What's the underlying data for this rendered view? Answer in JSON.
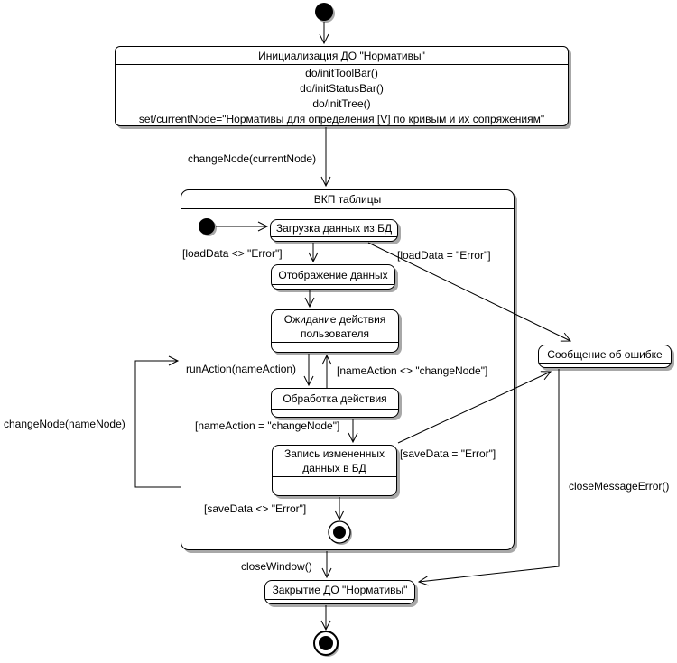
{
  "diagram": {
    "type": "uml-state-diagram",
    "colors": {
      "background": "#ffffff",
      "line": "#000000",
      "state_fill": "#ffffff",
      "shadow": "#a8a8a8"
    },
    "states": {
      "init_do": {
        "title": "Инициализация ДО \"Нормативы\"",
        "actions": [
          "do/initToolBar()",
          "do/initStatusBar()",
          "do/initTree()",
          "set/currentNode=\"Нормативы для определения [V] по кривым и их сопряжениям\""
        ]
      },
      "vkp": {
        "title": "ВКП таблицы"
      },
      "load": {
        "title": "Загрузка данных из БД"
      },
      "display": {
        "title": "Отображение данных"
      },
      "wait": {
        "lines": [
          "Ожидание действия",
          "пользователя"
        ]
      },
      "process": {
        "title": "Обработка действия"
      },
      "save": {
        "lines": [
          "Запись измененных",
          "данных в БД"
        ]
      },
      "error_msg": {
        "title": "Сообщение об ошибке"
      },
      "close_do": {
        "title": "Закрытие ДО \"Нормативы\""
      }
    },
    "edge_labels": {
      "change_node_current": "changeNode(currentNode)",
      "load_ok": "[loadData <> \"Error\"]",
      "load_err": "[loadData = \"Error\"]",
      "run_action": "runAction(nameAction)",
      "name_action_ne": "[nameAction <> \"changeNode\"]",
      "name_action_eq": "[nameAction = \"changeNode\"]",
      "save_err": "[saveData = \"Error\"]",
      "save_ok": "[saveData <> \"Error\"]",
      "change_node_name": "changeNode(nameNode)",
      "close_window": "closeWindow()",
      "close_message_error": "closeMessageError()"
    }
  }
}
